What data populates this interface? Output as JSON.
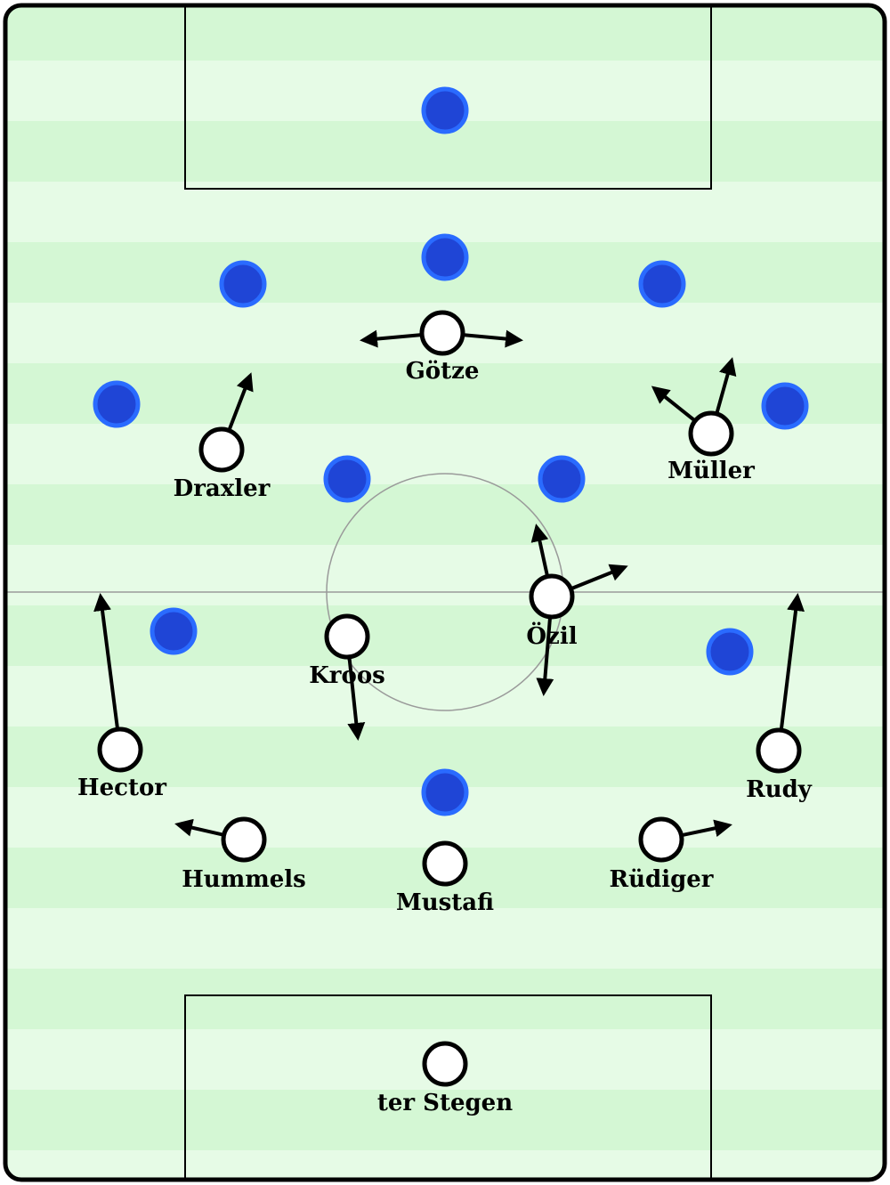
{
  "colors": {
    "stripe_light": "#e6fbe6",
    "stripe_dark": "#d4f7d4",
    "line": "#000000",
    "center_line": "#9a9a9a",
    "opponent_fill": "#1f45d6",
    "opponent_ring": "#2a6bff",
    "player_fill": "#ffffff",
    "player_stroke": "#000000"
  },
  "players": [
    {
      "id": "ter-stegen",
      "name": "ter Stegen"
    },
    {
      "id": "hummels",
      "name": "Hummels"
    },
    {
      "id": "mustafi",
      "name": "Mustafi"
    },
    {
      "id": "rudiger",
      "name": "Rüdiger"
    },
    {
      "id": "hector",
      "name": "Hector"
    },
    {
      "id": "rudy",
      "name": "Rudy"
    },
    {
      "id": "kroos",
      "name": "Kroos"
    },
    {
      "id": "ozil",
      "name": "Özil"
    },
    {
      "id": "draxler",
      "name": "Draxler"
    },
    {
      "id": "muller",
      "name": "Müller"
    },
    {
      "id": "gotze",
      "name": "Götze"
    }
  ],
  "opponent_count": 11
}
